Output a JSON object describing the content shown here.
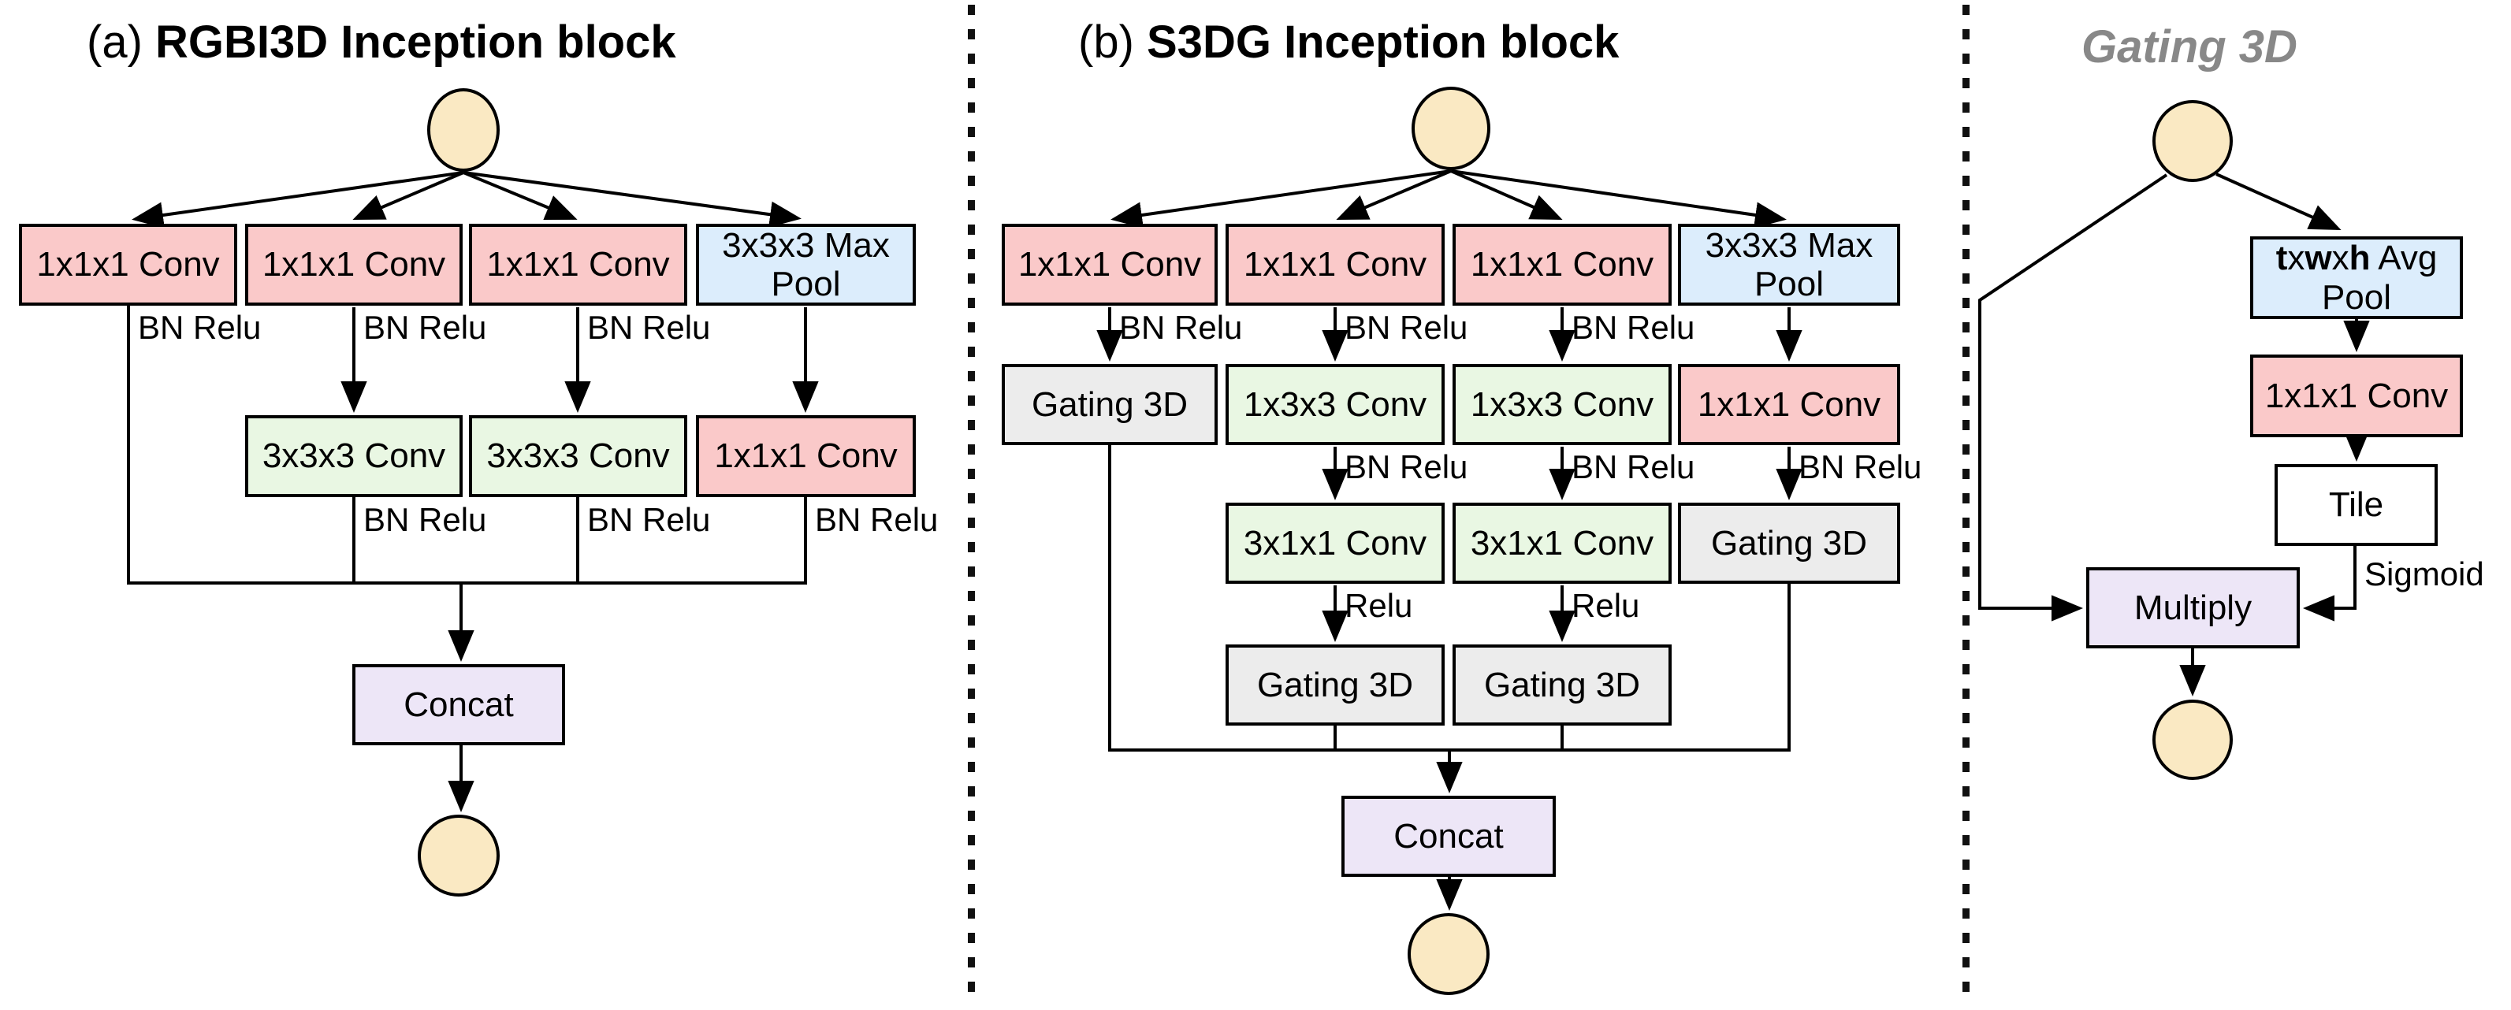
{
  "titles": {
    "a_prefix": "(a) ",
    "a_main": "RGBI3D Inception block",
    "b_prefix": "(b) ",
    "b_main": "S3DG Inception block",
    "gating": "Gating 3D"
  },
  "colors": {
    "conv_1x1_fill": "#FAC9C9",
    "conv_spatial_fill": "#E9F7E3",
    "pool_fill": "#DCEDFC",
    "gating_fill": "#ECECEC",
    "merge_fill": "#EDE6F7",
    "tile_fill": "#FFFFFF",
    "node_fill": "#FAE9C3",
    "stroke": "#000000",
    "gating_title_color": "#888888"
  },
  "panel_a": {
    "row1": [
      "1x1x1 Conv",
      "1x1x1 Conv",
      "1x1x1 Conv",
      "3x3x3 Max Pool"
    ],
    "row2": [
      "3x3x3 Conv",
      "3x3x3 Conv",
      "1x1x1 Conv"
    ],
    "bn_row1": [
      "BN Relu",
      "BN Relu",
      "BN Relu"
    ],
    "bn_row2": [
      "BN Relu",
      "BN Relu",
      "BN Relu"
    ],
    "concat": "Concat"
  },
  "panel_b": {
    "row1": [
      "1x1x1 Conv",
      "1x1x1 Conv",
      "1x1x1 Conv",
      "3x3x3 Max Pool"
    ],
    "row2": [
      "Gating 3D",
      "1x3x3 Conv",
      "1x3x3 Conv",
      "1x1x1 Conv"
    ],
    "row3": [
      "3x1x1 Conv",
      "3x1x1 Conv",
      "Gating 3D"
    ],
    "row4": [
      "Gating 3D",
      "Gating 3D"
    ],
    "bn_row1": [
      "BN Relu",
      "BN Relu",
      "BN Relu"
    ],
    "bn_row2": [
      "BN Relu",
      "BN Relu",
      "BN Relu"
    ],
    "relu_row3": [
      "Relu",
      "Relu"
    ],
    "concat": "Concat"
  },
  "panel_g": {
    "avgpool_bold1": "t",
    "avgpool_x1": "x",
    "avgpool_bold2": "w",
    "avgpool_x2": "x",
    "avgpool_bold3": "h",
    "avgpool_rest": " Avg",
    "avgpool_line2": "Pool",
    "conv": "1x1x1 Conv",
    "tile": "Tile",
    "sigmoid": "Sigmoid",
    "multiply": "Multiply"
  }
}
